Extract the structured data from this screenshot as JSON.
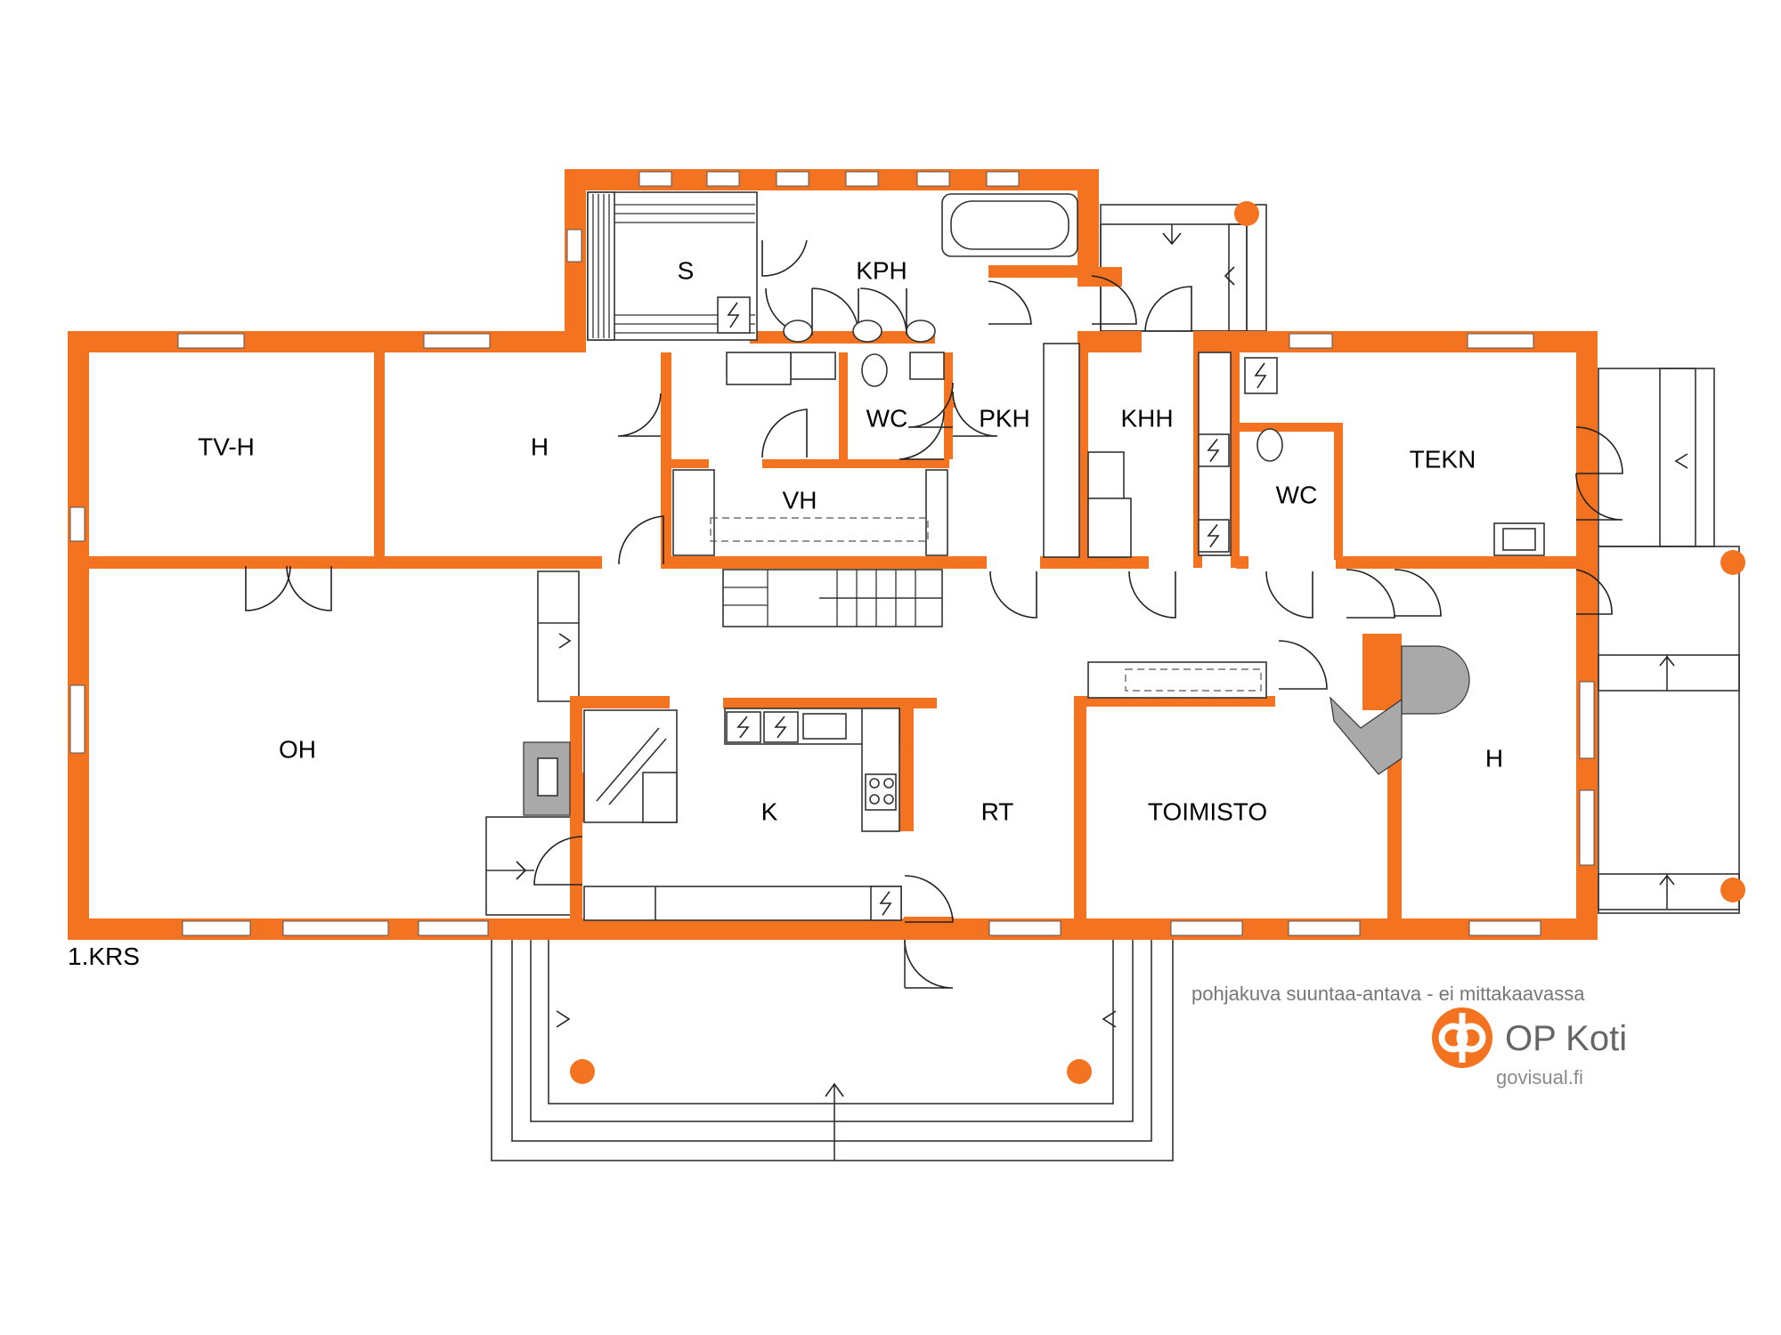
{
  "floor": {
    "label": "1.KRS"
  },
  "rooms": {
    "sauna": "S",
    "bathroom": "KPH",
    "tv_room": "TV-H",
    "bedroom_1": "H",
    "wc_1": "WC",
    "dressing_room": "PKH",
    "utility_room": "KHH",
    "technical_room": "TEKN",
    "wc_2": "WC",
    "walk_in_closet": "VH",
    "living_room": "OH",
    "kitchen": "K",
    "dining_room": "RT",
    "office": "TOIMISTO",
    "bedroom_2": "H"
  },
  "footer": {
    "disclaimer": "pohjakuva suuntaa-antava - ei mittakaavassa",
    "brand": "OP Koti",
    "website": "govisual.fi"
  },
  "colors": {
    "wall": "#f47321",
    "line": "#333333",
    "text": "#000000",
    "disclaimer": "#777777"
  },
  "icons": {
    "electrical_panel": "lightning-icon",
    "brand_logo": "op-logo-icon"
  }
}
